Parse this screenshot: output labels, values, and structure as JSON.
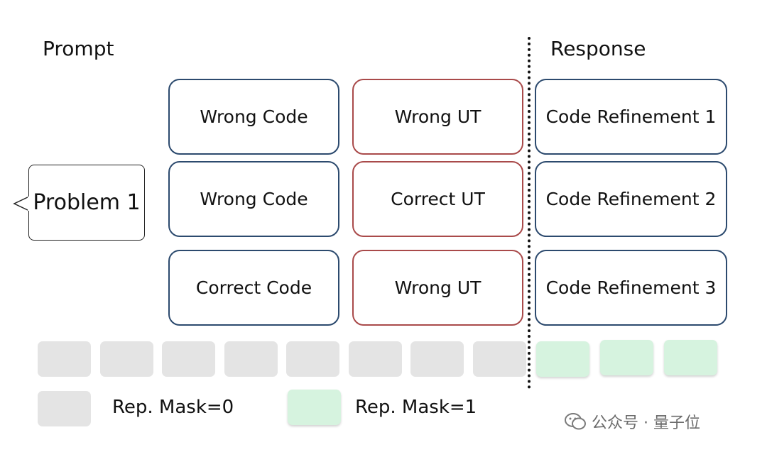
{
  "headers": {
    "prompt": "Prompt",
    "response": "Response"
  },
  "problem": "Problem 1",
  "rows": [
    {
      "code": "Wrong Code",
      "ut": "Wrong UT",
      "refinement": "Code Refinement 1"
    },
    {
      "code": "Wrong Code",
      "ut": "Correct UT",
      "refinement": "Code Refinement 2"
    },
    {
      "code": "Correct Code",
      "ut": "Wrong UT",
      "refinement": "Code Refinement 3"
    }
  ],
  "mask_sequence": {
    "prompt_tokens": 8,
    "response_tokens": 3
  },
  "legend": {
    "mask0": "Rep. Mask=0",
    "mask1": "Rep. Mask=1"
  },
  "watermark": "公众号 · 量子位",
  "colors": {
    "code_border": "#2c4a6e",
    "ut_border": "#a94a4a",
    "mask0": "#e4e4e4",
    "mask1": "#d6f3df"
  }
}
